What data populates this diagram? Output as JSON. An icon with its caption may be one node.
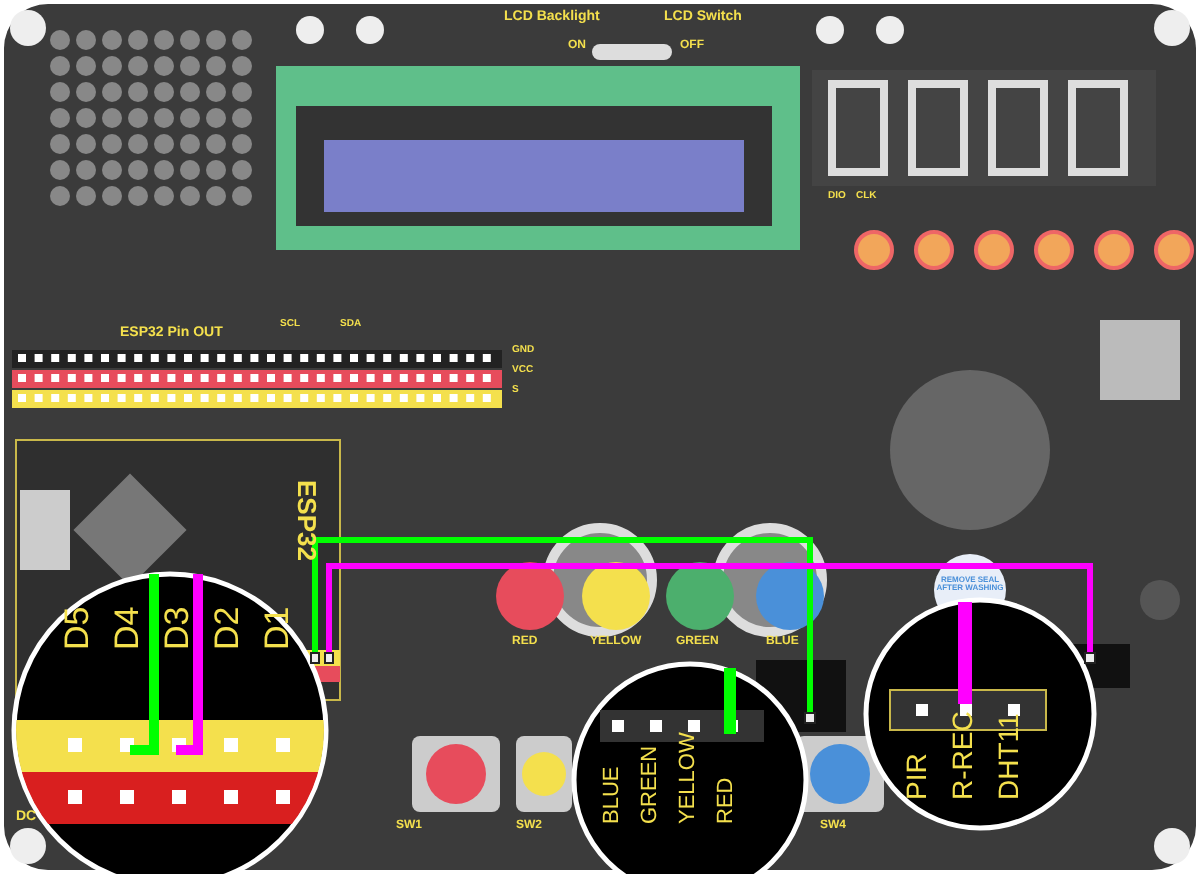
{
  "diagram": {
    "nodes": [
      {
        "text": [],
        "shape": "box"
      },
      {
        "text": [],
        "shape": "box"
      },
      {
        "text": [],
        "shape": "box"
      },
      {
        "text": [],
        "shape": "box"
      }
    ],
    "edges": [
      {
        "from": 0,
        "to": 2,
        "arrow": "none",
        "color": "#00ff00"
      },
      {
        "from": 1,
        "to": 3,
        "arrow": "none",
        "color": "#ff00ff"
      }
    ],
    "labels": [
      "LCD Backlight",
      "LCD Switch",
      "ON",
      "OFF",
      "DIO",
      "CLK",
      "ESP32 Pin OUT",
      "SCL",
      "SDA",
      "GND",
      "VCC",
      "S",
      "ESP32",
      "RED",
      "YELLOW",
      "GREEN",
      "BLUE",
      "REMOVE SEAL AFTER WASHING",
      "D5",
      "D4",
      "D3",
      "D2",
      "D1",
      "BLUE",
      "GREEN",
      "YELLOW",
      "RED",
      "PIR",
      "R-REC",
      "DHT11",
      "SW1",
      "SW2",
      "SW4",
      "DC"
    ]
  }
}
